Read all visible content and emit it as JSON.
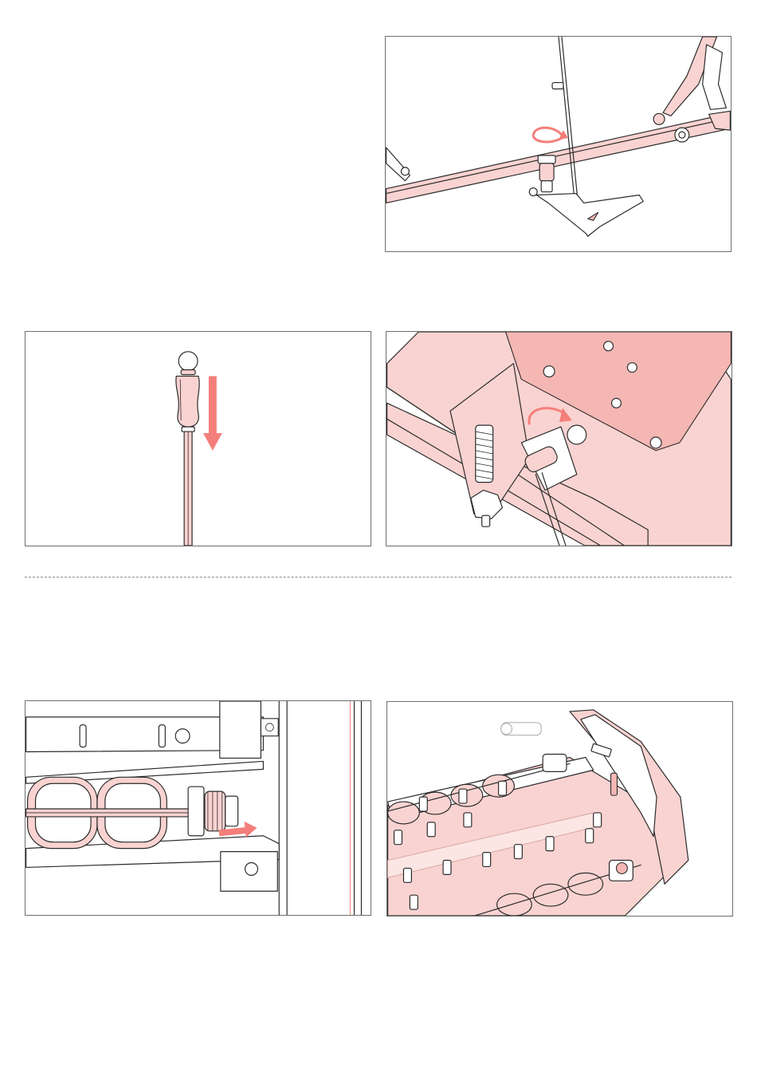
{
  "page": {
    "background": "#ffffff"
  },
  "colors": {
    "highlight": "#f9d3d1",
    "arrow": "#f47e7a",
    "line": "#2b2b2b"
  },
  "panels": [
    {
      "id": "p1",
      "icon": "rotate-arrow-icon"
    },
    {
      "id": "p2",
      "icon": "down-arrow-icon"
    },
    {
      "id": "p3",
      "icon": "rotate-arrow-icon"
    },
    {
      "id": "p4",
      "icon": "right-arrow-icon"
    },
    {
      "id": "p5",
      "icon": ""
    }
  ],
  "divider": {
    "style": "dashed"
  }
}
